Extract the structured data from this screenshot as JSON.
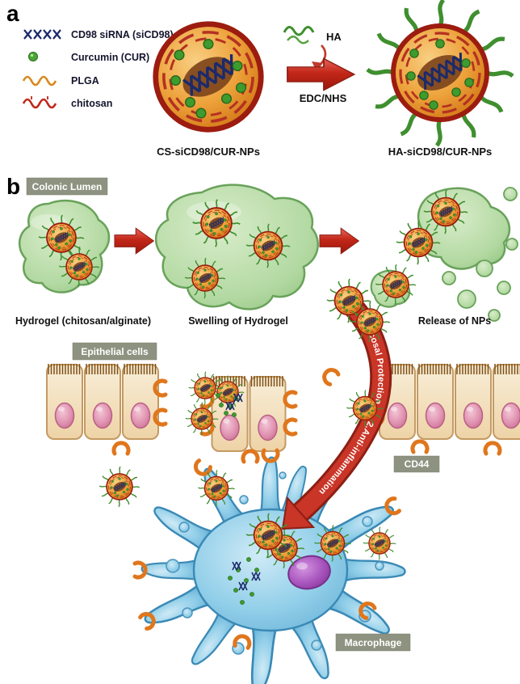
{
  "panel_a": {
    "label": "a",
    "legend": {
      "items": [
        {
          "name": "sirna",
          "label": "CD98 siRNA (siCD98)"
        },
        {
          "name": "curcumin",
          "label": "Curcumin (CUR)"
        },
        {
          "name": "plga",
          "label": "PLGA"
        },
        {
          "name": "chitosan",
          "label": "chitosan"
        }
      ]
    },
    "np_left_label": "CS-siCD98/CUR-NPs",
    "np_right_label": "HA-siCD98/CUR-NPs",
    "reaction": {
      "reagent": "HA",
      "conditions": "EDC/NHS"
    }
  },
  "panel_b": {
    "label": "b",
    "badges": {
      "colonic_lumen": "Colonic Lumen",
      "epithelial_cells": "Epithelial cells",
      "cd44": "CD44",
      "macrophage": "Macrophage"
    },
    "captions": {
      "hydrogel": "Hydrogel (chitosan/alginate)",
      "swelling": "Swelling of Hydrogel",
      "release": "Release of NPs"
    },
    "arrows": {
      "step1": "1.Mucosal Protection",
      "step2": "2.Anti-inflammation"
    }
  },
  "colors": {
    "accent_red": "#c0392b",
    "hydrogel_green": "#a9d49a",
    "nanoparticle_orange": "#e89a2f",
    "hairy_coat_green": "#3f8f2f",
    "sirna_navy": "#1b2a6b",
    "macrophage_blue": "#7fc4e4",
    "nucleus_purple": "#9a44b0",
    "badge_gray": "#8e9280",
    "receptor_orange": "#e0761c",
    "epithelial_tan": "#f2dfc0"
  }
}
